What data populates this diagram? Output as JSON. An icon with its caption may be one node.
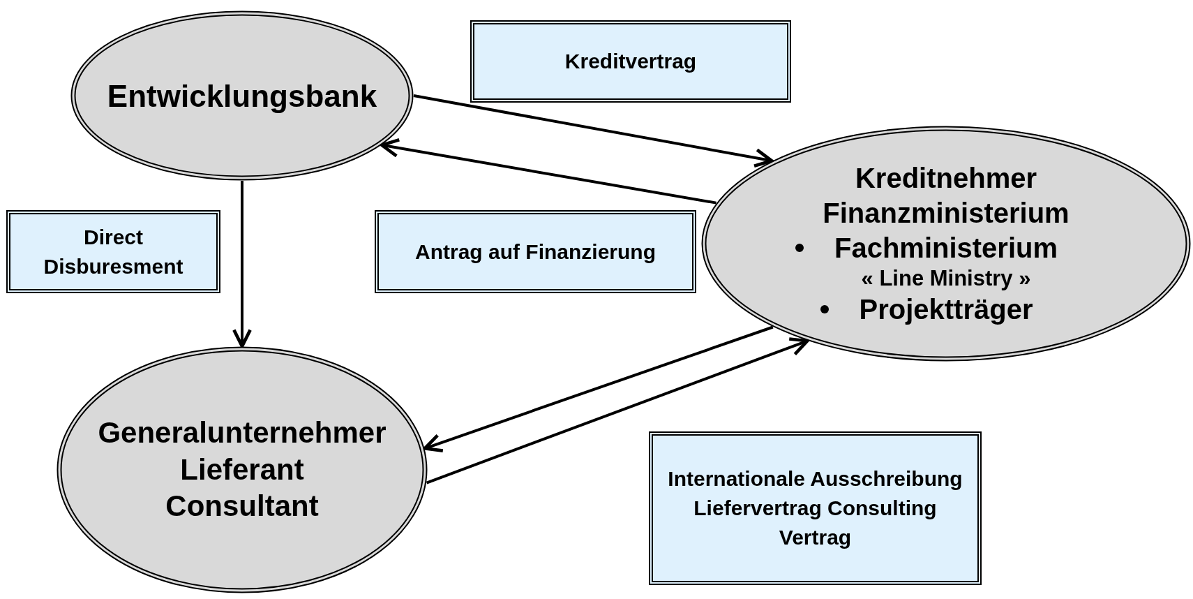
{
  "diagram": {
    "nodes": [
      {
        "text": [
          "Entwicklungsbank"
        ]
      },
      {
        "text": [
          "Kreditnehmer",
          "Finanzministerium",
          "Fachministerium",
          "« Line Ministry »",
          "Projektträger"
        ]
      },
      {
        "text": [
          "Generalunternehmer",
          "Lieferant",
          "Consultant"
        ]
      },
      {
        "text": [
          "Kreditvertrag"
        ]
      },
      {
        "text": [
          "Direct Disburesment"
        ]
      },
      {
        "text": [
          "Antrag auf Finanzierung"
        ]
      },
      {
        "text": [
          "Internationale Ausschreibung Liefervertrag Consulting Vertrag"
        ]
      }
    ],
    "edges": [
      {
        "from": 0,
        "to": 1,
        "arrow": "to"
      },
      {
        "from": 1,
        "to": 0,
        "arrow": "to"
      },
      {
        "from": 0,
        "to": 2,
        "arrow": "to"
      },
      {
        "from": 1,
        "to": 2,
        "arrow": "to"
      },
      {
        "from": 2,
        "to": 1,
        "arrow": "to"
      }
    ]
  }
}
